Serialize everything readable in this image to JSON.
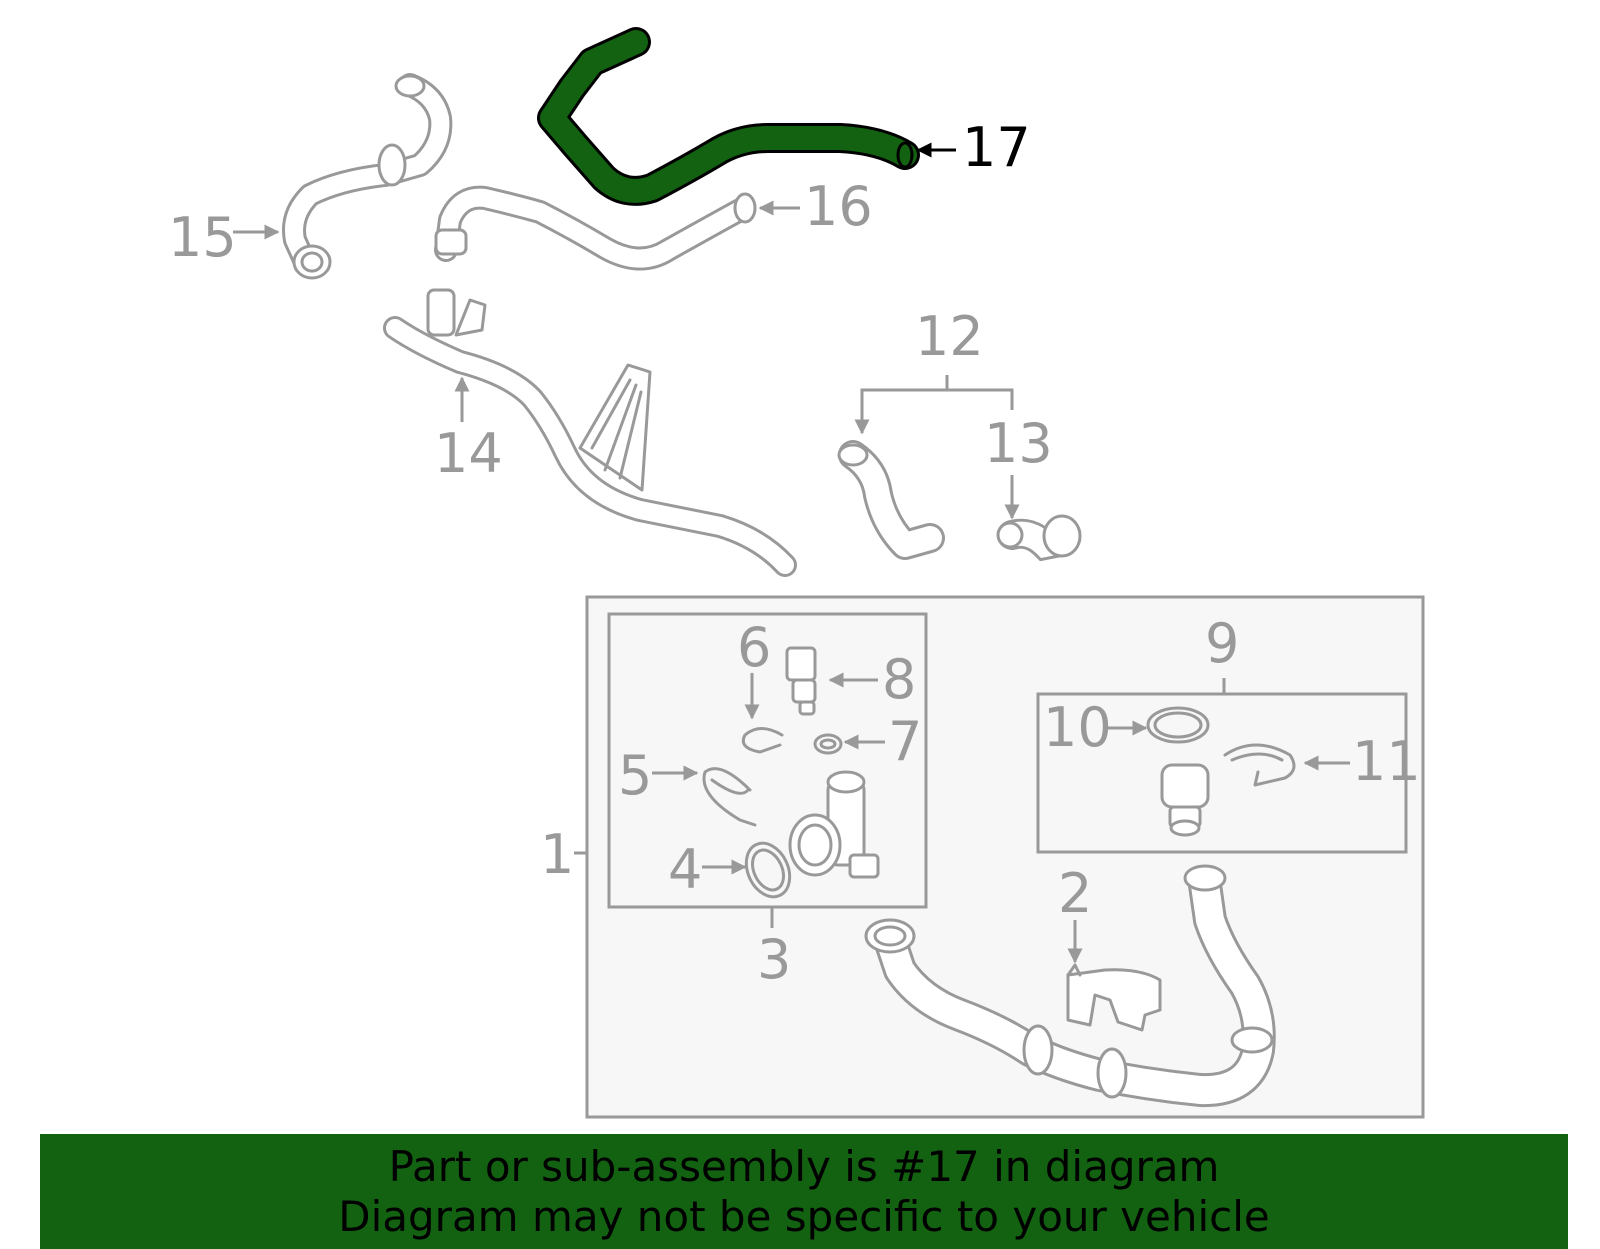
{
  "highlighted_part": "17",
  "colors": {
    "highlight": "#126212",
    "banner_background": "#126212",
    "parts_gray": "#999999",
    "panel_fill": "#f7f7f7"
  },
  "callouts": {
    "c1": "1",
    "c2": "2",
    "c3": "3",
    "c4": "4",
    "c5": "5",
    "c6": "6",
    "c7": "7",
    "c8": "8",
    "c9": "9",
    "c10": "10",
    "c11": "11",
    "c12": "12",
    "c13": "13",
    "c14": "14",
    "c15": "15",
    "c16": "16",
    "c17": "17"
  },
  "banner": {
    "line1": "Part or sub-assembly is #17 in diagram",
    "line2": "Diagram may not be specific to your vehicle"
  }
}
